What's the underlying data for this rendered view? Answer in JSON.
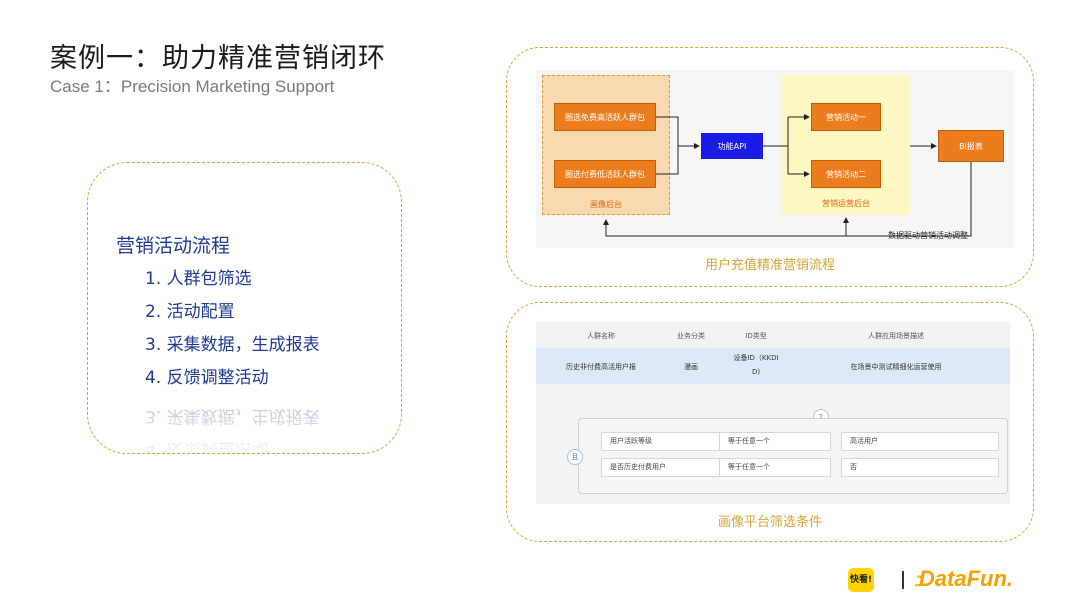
{
  "header": {
    "title": "案例一：助力精准营销闭环",
    "subtitle": "Case 1：Precision Marketing Support"
  },
  "marketing_flow": {
    "title": "营销活动流程",
    "steps": [
      "1. 人群包筛选",
      "2. 活动配置",
      "3. 采集数据，生成报表",
      "4. 反馈调整活动"
    ]
  },
  "diagram": {
    "caption": "用户充值精准营销流程",
    "portrait_zone_label": "画像后台",
    "ops_zone_label": "营销运营后台",
    "pkg_free": "圈选免费高活跃人群包",
    "pkg_paid": "圈选付费低活跃人群包",
    "api": "功能API",
    "activity_1": "营销活动一",
    "activity_2": "营销活动二",
    "bi": "BI报表",
    "feedback": "数据驱动营销活动调整",
    "colors": {
      "orange": "#ec7d1e",
      "blue": "#1b1be6"
    }
  },
  "filter_panel": {
    "caption": "画像平台筛选条件",
    "columns": [
      "人群名称",
      "业务分类",
      "ID类型",
      "人群应用场景描述"
    ],
    "row": {
      "name": "历史非付费高活用户报",
      "category": "漫画",
      "id_type_1": "设备ID（KKDI",
      "id_type_2": "D)",
      "desc": "在场景中测试精细化运营使用"
    },
    "group_number": "1",
    "logic": "且",
    "conditions": [
      {
        "field": "用户活跃等级",
        "op": "等于任意一个",
        "value": "高活用户"
      },
      {
        "field": "是否历史付费用户",
        "op": "等于任意一个",
        "value": "否"
      }
    ]
  },
  "footer": {
    "brand_1": "快看!",
    "brand_2": "DataFun."
  }
}
